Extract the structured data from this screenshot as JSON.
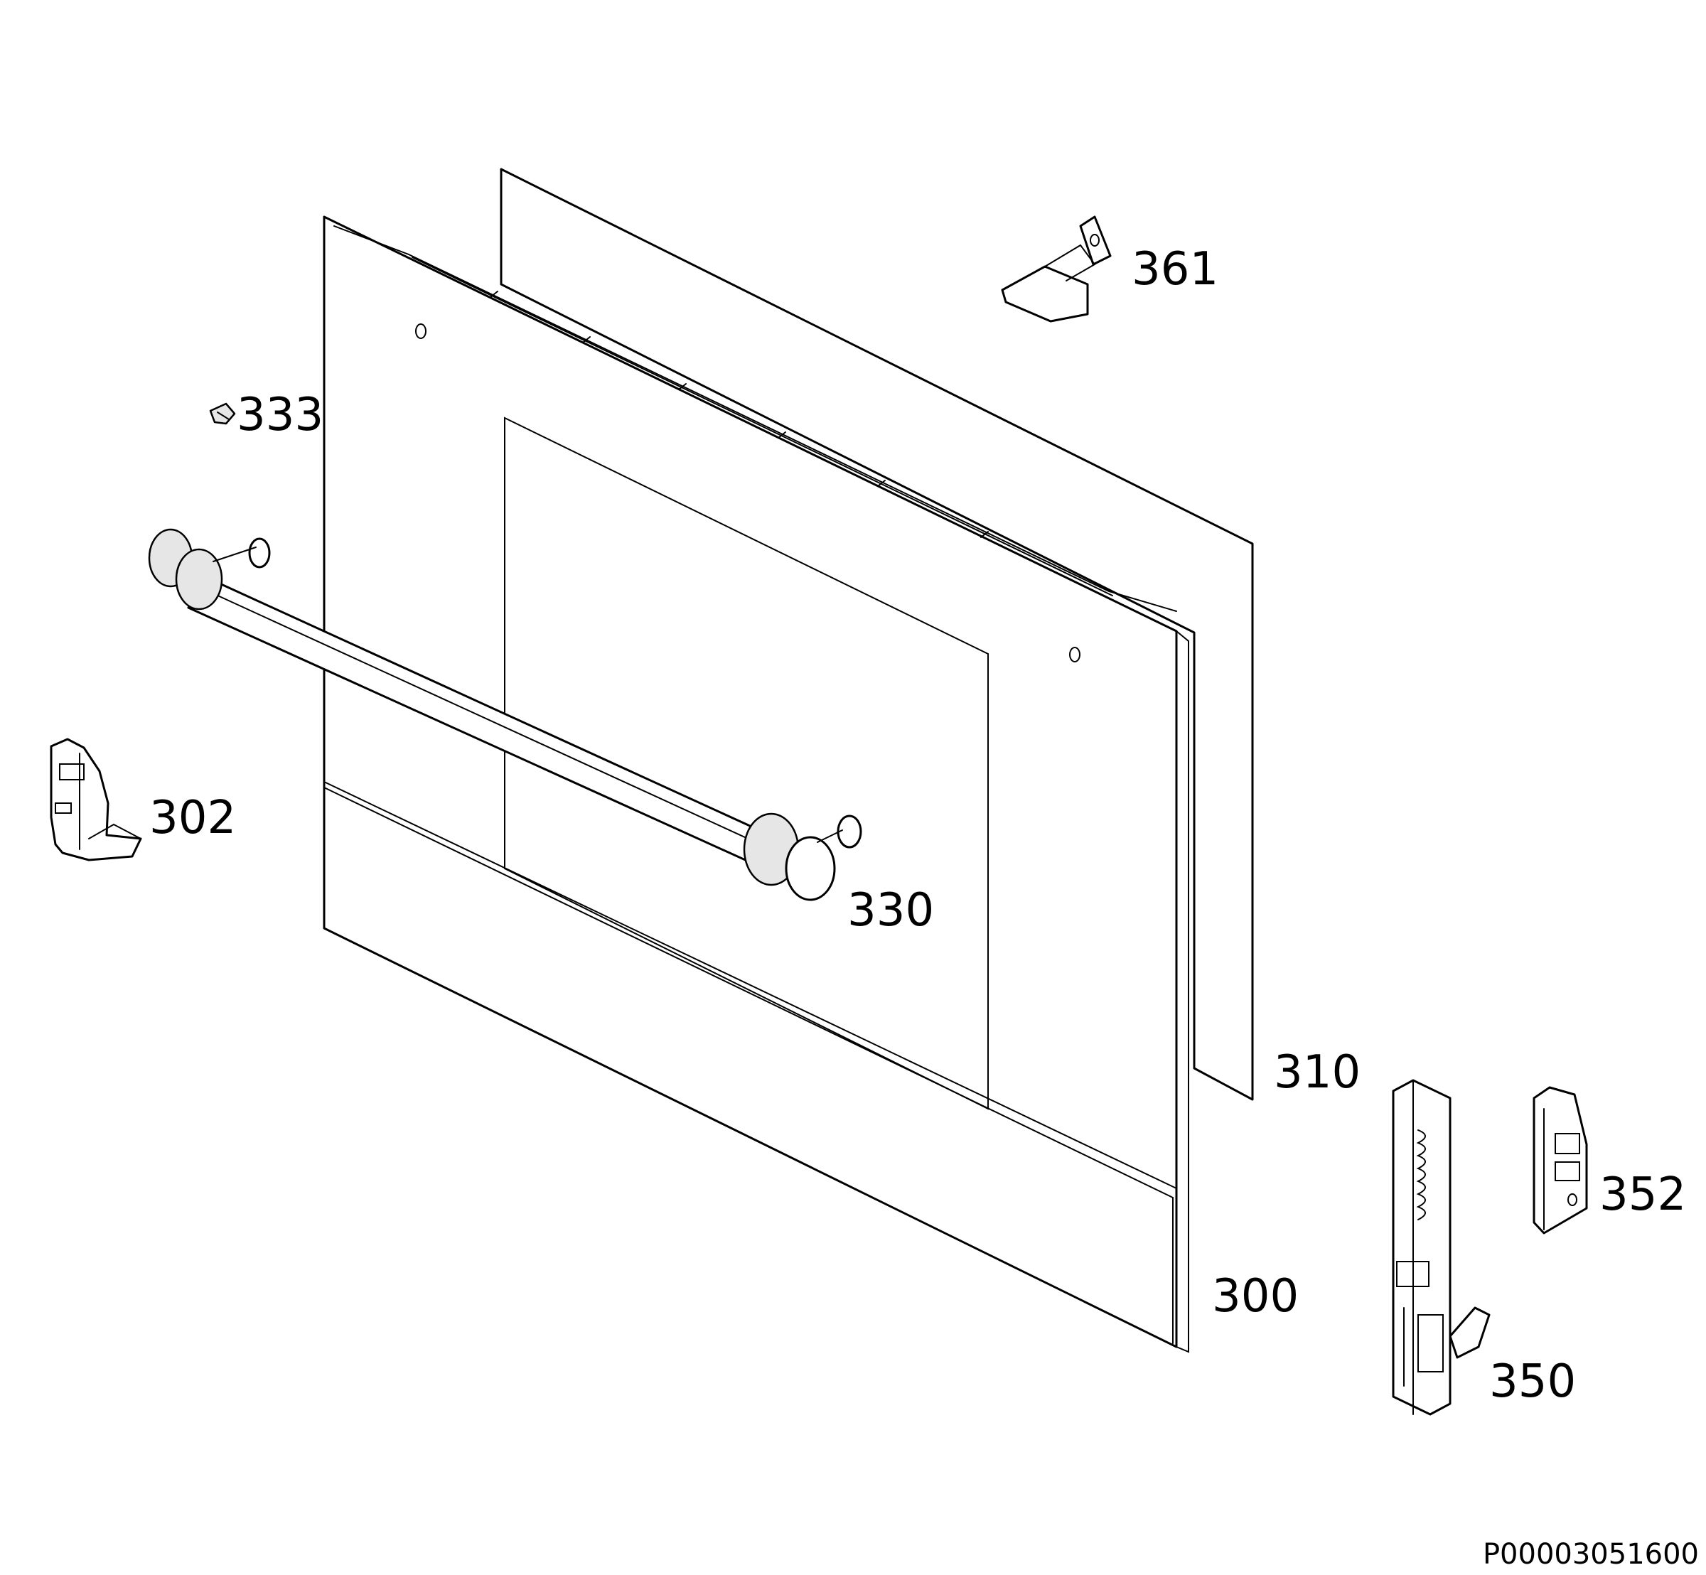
{
  "diagram": {
    "part_labels": {
      "p361": "361",
      "p333": "333",
      "p302": "302",
      "p330": "330",
      "p310": "310",
      "p352": "352",
      "p300": "300",
      "p350": "350"
    },
    "drawing_code": "P00003051600"
  }
}
